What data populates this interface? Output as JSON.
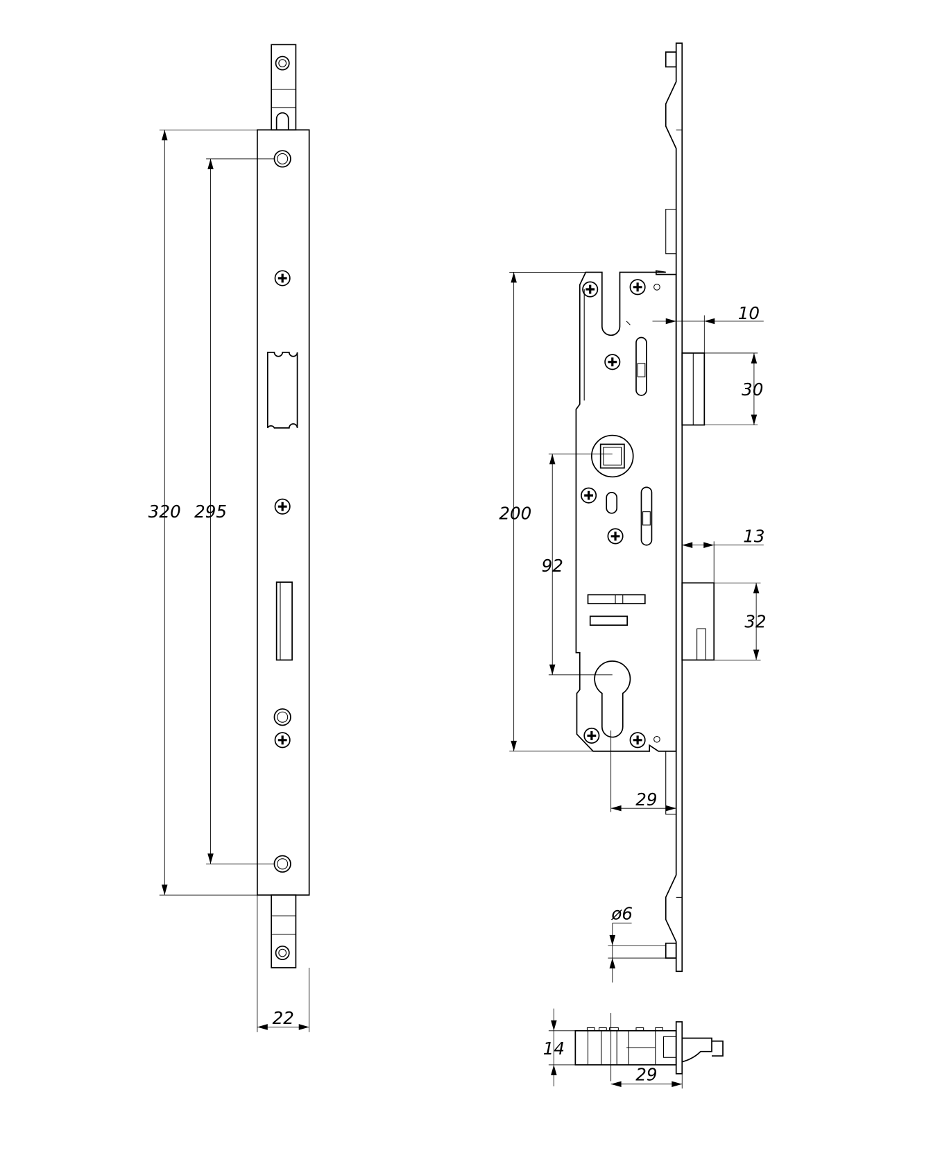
{
  "drawing": {
    "title": "Multipoint lock mechanism technical drawing",
    "front_view": {
      "dimensions": {
        "overall_length": "320",
        "hole_spacing": "295",
        "faceplate_width": "22"
      }
    },
    "side_view": {
      "dimensions": {
        "case_height": "200",
        "centre_distance": "92",
        "latch_throw": "10",
        "latch_height": "30",
        "deadbolt_throw": "13",
        "deadbolt_height": "32",
        "backset": "29",
        "pin_diameter": "ø6"
      }
    },
    "bottom_view": {
      "dimensions": {
        "case_thickness": "14",
        "backset": "29"
      }
    }
  }
}
